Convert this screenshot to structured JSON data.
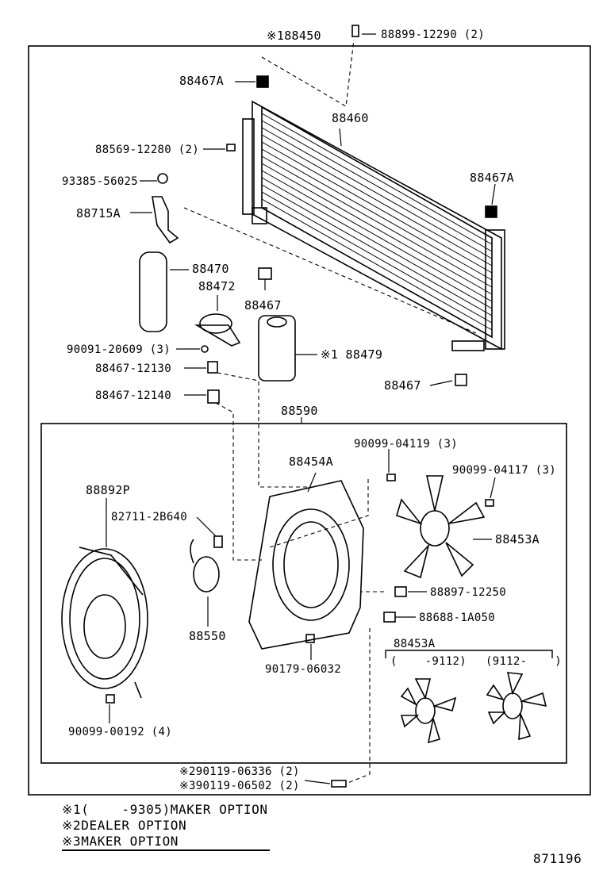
{
  "assembly": {
    "top_code": "※188450",
    "sub_code": "88590"
  },
  "labels": {
    "l_88899": "88899-12290 (2)",
    "l_88467A_top": "88467A",
    "l_88460": "88460",
    "l_88569": "88569-12280 (2)",
    "l_93385": "93385-56025",
    "l_88467A_right": "88467A",
    "l_88715A": "88715A",
    "l_88470": "88470",
    "l_88472": "88472",
    "l_88467_mid": "88467",
    "l_90091": "90091-20609 (3)",
    "l_188479": "※1 88479",
    "l_88467_12130": "88467-12130",
    "l_88467_right": "88467",
    "l_88467_12140": "88467-12140",
    "l_90099_04119": "90099-04119 (3)",
    "l_88454A": "88454A",
    "l_90099_04117": "90099-04117 (3)",
    "l_88892P": "88892P",
    "l_82711": "82711-2B640",
    "l_88453A": "88453A",
    "l_88897": "88897-12250",
    "l_88688": "88688-1A050",
    "l_88550": "88550",
    "l_88453A_sub": "88453A",
    "l_range_a": "(    -9112)",
    "l_range_b": "(9112-    )",
    "l_90179": "90179-06032",
    "l_90099_00192": "90099-00192 (4)",
    "l_290119": "※290119-06336 (2)",
    "l_390119": "※390119-06502 (2)"
  },
  "notes": {
    "n1": "※1(    -9305)MAKER OPTION",
    "n2": "※2DEALER OPTION",
    "n3": "※3MAKER OPTION"
  },
  "footer": {
    "diagram_number": "871196"
  }
}
